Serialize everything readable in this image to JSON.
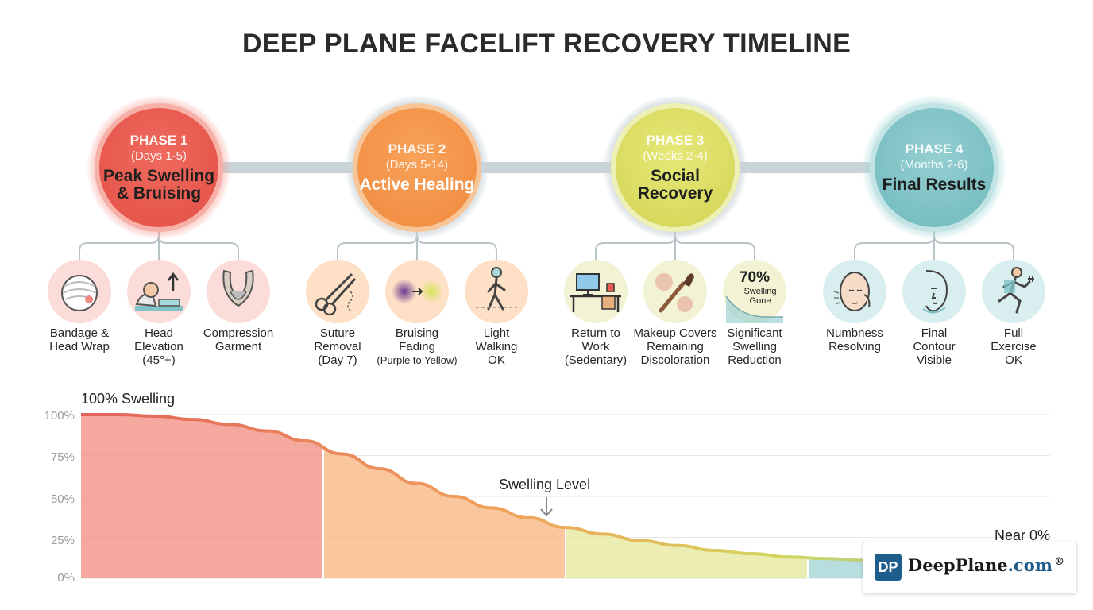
{
  "title": "DEEP PLANE FACELIFT RECOVERY TIMELINE",
  "phases": [
    {
      "num": "PHASE 1",
      "duration": "(Days 1-5)",
      "name": "Peak Swelling & Bruising",
      "color": "#e8554a",
      "items": [
        {
          "label": "Bandage & Head Wrap",
          "icon": "bandaged-head-icon"
        },
        {
          "label": "Head Elevation",
          "sub": "(45°+)",
          "icon": "head-elevation-icon"
        },
        {
          "label": "Compression Garment",
          "icon": "compression-garment-icon"
        }
      ]
    },
    {
      "num": "PHASE 2",
      "duration": "(Days 5-14)",
      "name": "Active Healing",
      "color": "#f4924a",
      "items": [
        {
          "label": "Suture Removal (Day 7)",
          "icon": "scissors-icon"
        },
        {
          "label": "Bruising Fading",
          "sub": "(Purple to Yellow)",
          "icon": "bruise-fading-icon"
        },
        {
          "label": "Light Walking OK",
          "icon": "walking-person-icon"
        }
      ]
    },
    {
      "num": "PHASE 3",
      "duration": "(Weeks 2-4)",
      "name": "Social Recovery",
      "color": "#d7d95a",
      "items": [
        {
          "label": "Return to Work (Sedentary)",
          "icon": "desk-icon"
        },
        {
          "label": "Makeup Covers Remaining Discoloration",
          "icon": "makeup-brush-icon"
        },
        {
          "label": "Significant Swelling Reduction",
          "icon": "swelling-gauge-icon",
          "badge_value": "70%",
          "badge_text": "Swelling Gone"
        }
      ]
    },
    {
      "num": "PHASE 4",
      "duration": "(Months 2-6)",
      "name": "Final Results",
      "color": "#7fc3c6",
      "items": [
        {
          "label": "Numbness Resolving",
          "icon": "face-numbness-icon"
        },
        {
          "label": "Final Contour Visible",
          "icon": "face-contour-icon"
        },
        {
          "label": "Full Exercise OK",
          "icon": "runner-icon"
        }
      ]
    }
  ],
  "chart_data": {
    "type": "area",
    "x_ticks": [],
    "y_ticks": [
      "100%",
      "75%",
      "50%",
      "25%",
      "0%"
    ],
    "ylim": [
      0,
      100
    ],
    "series": [
      {
        "values": [
          100,
          100,
          99,
          97,
          94,
          90,
          84,
          76,
          67,
          58,
          50,
          43,
          37,
          31,
          27,
          23,
          20,
          17,
          15,
          13,
          12,
          11,
          10,
          9,
          8.5,
          8,
          7
        ]
      }
    ],
    "band_colors": [
      "#f28b7e",
      "#f7b37c",
      "#e4e79a",
      "#9fd2d4"
    ],
    "line_color": "#e8a060",
    "annotations": {
      "start": "100% Swelling",
      "middle": "Swelling Level",
      "end": "Near 0%"
    }
  },
  "logo": {
    "badge": "DP",
    "name": "DeepPlane",
    "domain": ".com",
    "reg": "®"
  }
}
